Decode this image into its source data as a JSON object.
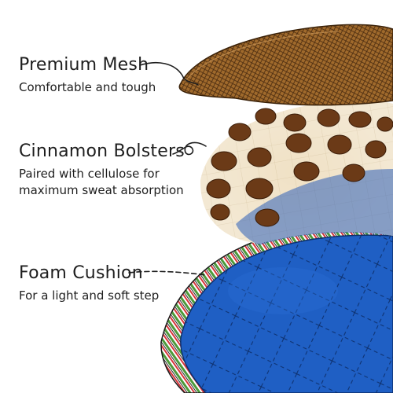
{
  "layers": [
    {
      "title": "Premium Mesh",
      "subtitle_lines": [
        "Comfortable and tough"
      ]
    },
    {
      "title": "Cinnamon Bolsters",
      "subtitle_lines": [
        "Paired with cellulose for",
        "maximum sweat absorption"
      ]
    },
    {
      "title": "Foam Cushion",
      "subtitle_lines": [
        "For a light and soft step"
      ]
    }
  ],
  "colors": {
    "mesh": "#a06a2c",
    "mesh_dark": "#5a3714",
    "cellulose": "#efe1c6",
    "cinnamon": "#6b3a17",
    "foam": "#1f5fc4",
    "edge_green": "#4d9a3a",
    "edge_red": "#d8353b",
    "text": "#1e1e1e"
  }
}
